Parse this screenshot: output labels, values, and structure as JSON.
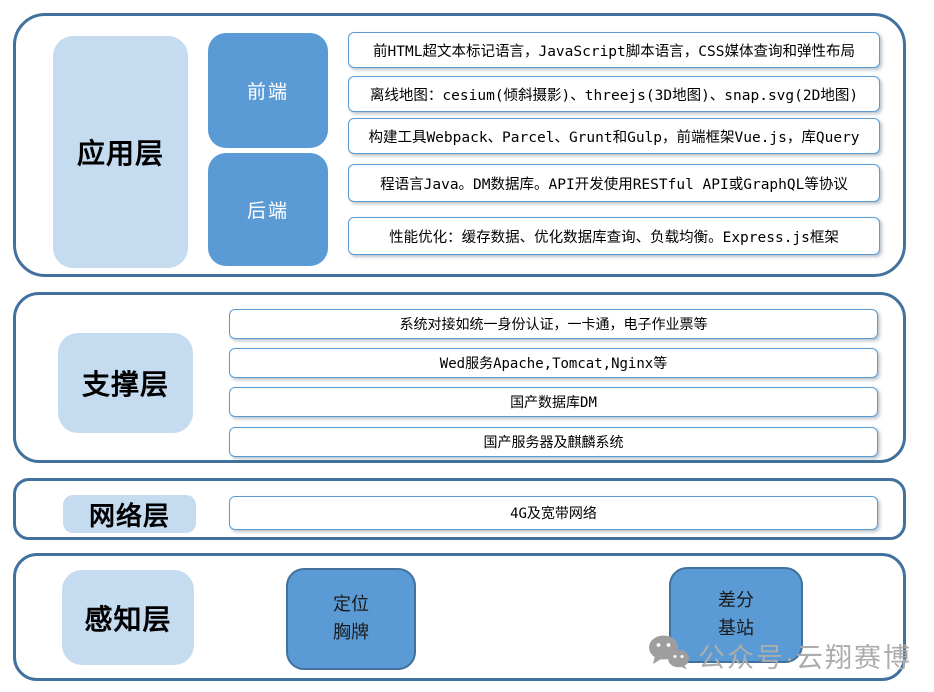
{
  "layers": {
    "app": {
      "label": "应用层",
      "frontend": "前端",
      "backend": "后端",
      "rows": [
        "前HTML超文本标记语言，JavaScript脚本语言，CSS媒体查询和弹性布局",
        "离线地图：cesium(倾斜摄影)、threejs(3D地图)、snap.svg(2D地图)",
        "构建工具Webpack、Parcel、Grunt和Gulp，前端框架Vue.js，库Query",
        "程语言Java。DM数据库。API开发使用RESTful API或GraphQL等协议",
        "性能优化：缓存数据、优化数据库查询、负载均衡。Express.js框架"
      ]
    },
    "support": {
      "label": "支撑层",
      "rows": [
        "系统对接如统一身份认证，一卡通，电子作业票等",
        "Wed服务Apache,Tomcat,Nginx等",
        "国产数据库DM",
        "国产服务器及麒麟系统"
      ]
    },
    "network": {
      "label": "网络层",
      "rows": [
        "4G及宽带网络"
      ]
    },
    "perception": {
      "label": "感知层",
      "blocks": [
        {
          "line1": "定位",
          "line2": "胸牌"
        },
        {
          "line1": "差分",
          "line2": "基站"
        }
      ]
    }
  },
  "watermark": {
    "icon": "wechat-icon",
    "text": "公众号·云翔赛博"
  },
  "colors": {
    "container_border": "#41719C",
    "label_fill": "#C5DBF0",
    "block_fill": "#5B9BD5",
    "row_border": "#5B9BD5",
    "watermark_gray": "#ACACAC"
  }
}
